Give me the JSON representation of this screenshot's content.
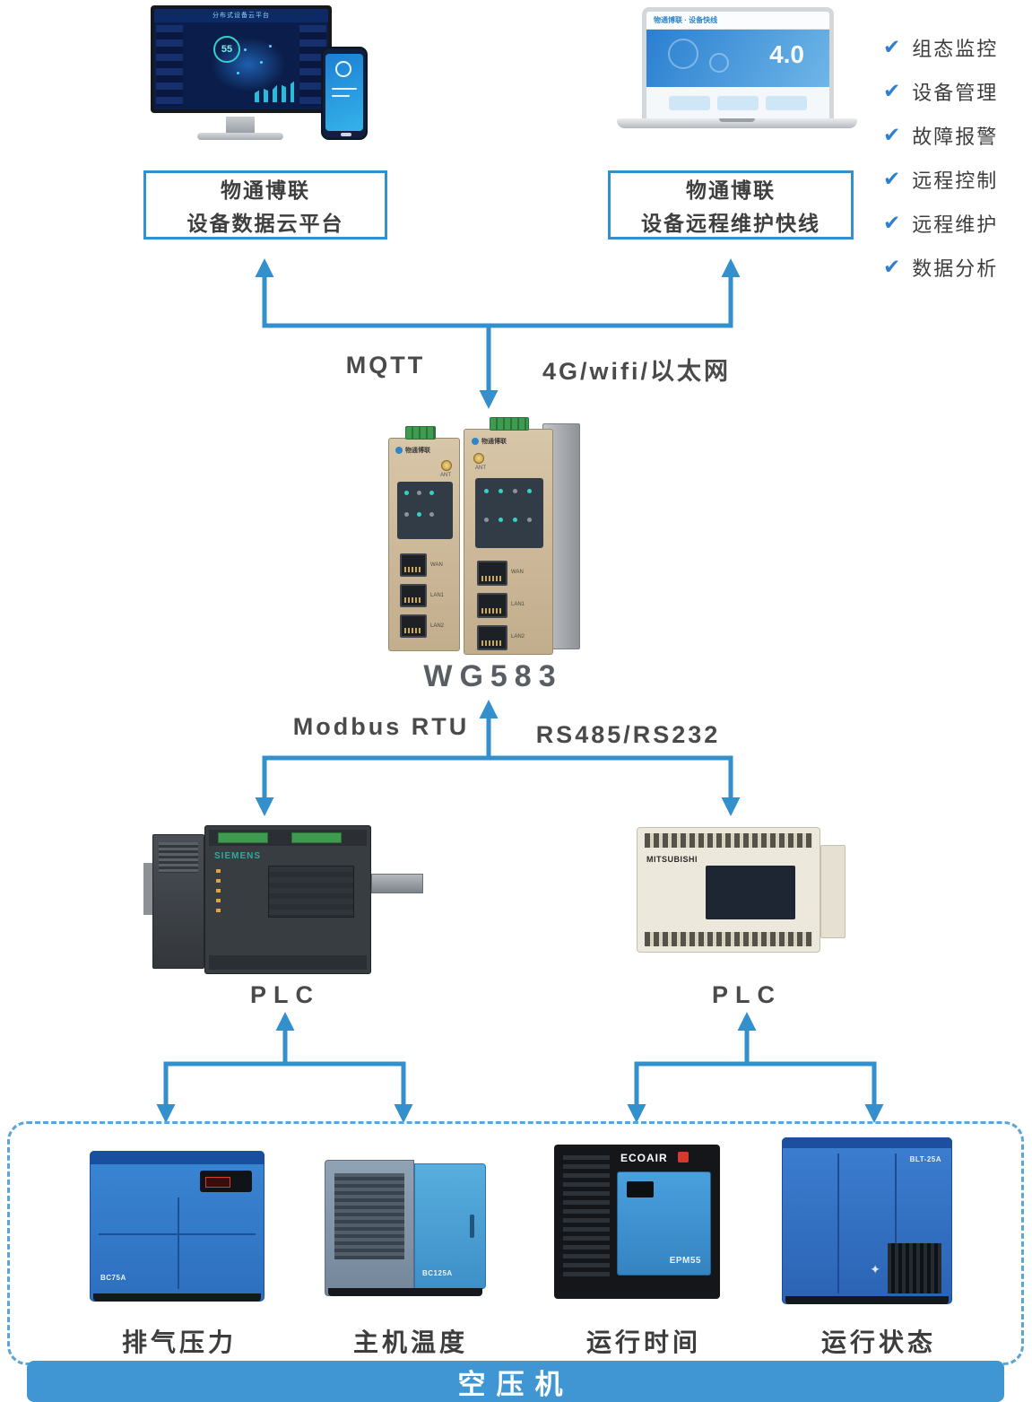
{
  "colors": {
    "accent": "#3390cc",
    "banner_bg": "#3f96d2",
    "label_text": "#3d3d3d"
  },
  "icons": {
    "check": "✔"
  },
  "screens": {
    "monitor_title": "分布式设备云平台",
    "monitor_stat": "55",
    "laptop_brand": "物通博联 · 设备快线",
    "laptop_banner": "4.0"
  },
  "platform_boxes": {
    "cloud": {
      "line1": "物通博联",
      "line2": "设备数据云平台"
    },
    "remote": {
      "line1": "物通博联",
      "line2": "设备远程维护快线"
    }
  },
  "features": [
    "组态监控",
    "设备管理",
    "故障报警",
    "远程控制",
    "远程维护",
    "数据分析"
  ],
  "connections": {
    "mqtt": "MQTT",
    "wan": "4G/wifi/以太网",
    "modbus": "Modbus RTU",
    "serial": "RS485/RS232"
  },
  "gateway": {
    "model": "WG583",
    "brand": "物通博联",
    "ant": "ANT",
    "ports": [
      "WAN",
      "LAN1",
      "LAN2"
    ]
  },
  "plcs": {
    "left_label": "PLC",
    "right_label": "PLC",
    "left_brand": "SIEMENS",
    "right_brand": "MITSUBISHI"
  },
  "compressors": {
    "banner": "空压机",
    "items": [
      {
        "label": "排气压力",
        "model": "BC75A"
      },
      {
        "label": "主机温度",
        "model": "BC125A"
      },
      {
        "label": "运行时间",
        "model": "EPM55",
        "brand": "ECOAIR"
      },
      {
        "label": "运行状态",
        "model": "BLT-25A"
      }
    ]
  }
}
